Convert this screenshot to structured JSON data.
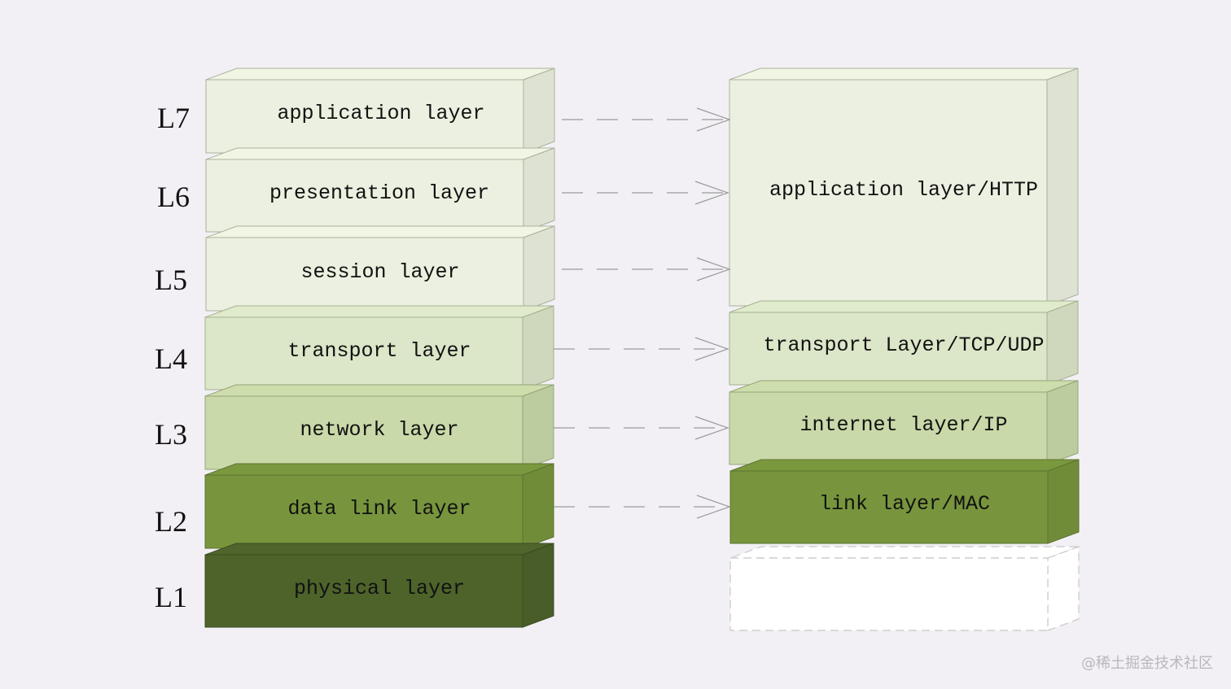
{
  "osi_model": {
    "levels": [
      "L7",
      "L6",
      "L5",
      "L4",
      "L3",
      "L2",
      "L1"
    ],
    "layers": [
      {
        "label": "application layer",
        "color": "#ecf0e0"
      },
      {
        "label": "presentation layer",
        "color": "#ecf0e0"
      },
      {
        "label": "session layer",
        "color": "#ecf0e0"
      },
      {
        "label": "transport layer",
        "color": "#dce6c8"
      },
      {
        "label": "network layer",
        "color": "#c9d9a9"
      },
      {
        "label": "data link layer",
        "color": "#78953d"
      },
      {
        "label": "physical layer",
        "color": "#4d632a"
      }
    ]
  },
  "tcpip_model": {
    "layers": [
      {
        "label": "application layer/HTTP",
        "color": "#ecf0e0"
      },
      {
        "label": "transport Layer/TCP/UDP",
        "color": "#dce6c8"
      },
      {
        "label": "internet layer/IP",
        "color": "#c9d9a9"
      },
      {
        "label": "link layer/MAC",
        "color": "#78953d"
      },
      {
        "label": "",
        "color": "#ffffff",
        "dashed": true
      }
    ]
  },
  "watermark": "@稀土掘金技术社区"
}
